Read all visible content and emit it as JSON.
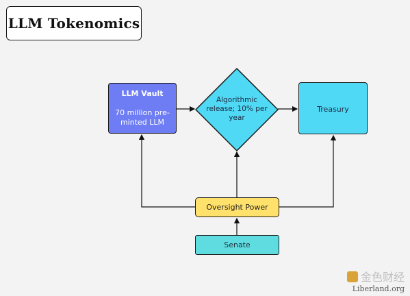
{
  "title": "LLM Tokenomics",
  "nodes": {
    "vault": {
      "title": "LLM Vault",
      "body": "70 million pre-minted LLM"
    },
    "release": {
      "label": "Algorithmic release; 10% per year"
    },
    "treasury": {
      "label": "Treasury"
    },
    "oversight": {
      "label": "Oversight Power"
    },
    "senate": {
      "label": "Senate"
    }
  },
  "colors": {
    "vault": "#6f7df4",
    "release": "#4fd9f5",
    "treasury": "#4fd9f5",
    "oversight": "#ffe16b",
    "senate": "#5fdcdf"
  },
  "watermark": {
    "brand": "金色财经",
    "site": "Liberland.org"
  }
}
